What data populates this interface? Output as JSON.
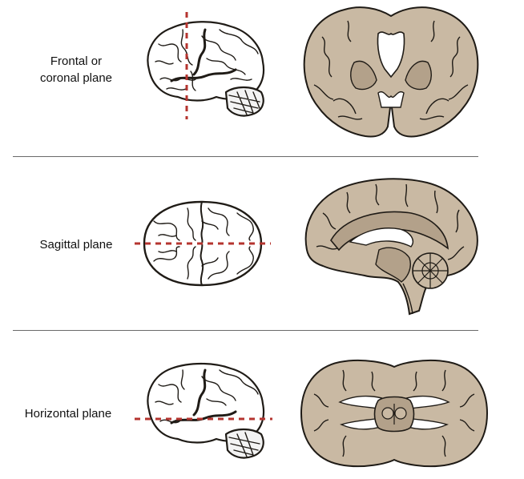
{
  "planes": [
    {
      "label_line1": "Frontal or",
      "label_line2": "coronal plane"
    },
    {
      "label": "Sagittal plane"
    },
    {
      "label": "Horizontal plane"
    }
  ],
  "colors": {
    "tissue": "#c9b9a3",
    "tissue_dark": "#b3a18a",
    "outline": "#1f1b16",
    "cut_line": "#b5342f",
    "divider": "#6a6a6a"
  }
}
